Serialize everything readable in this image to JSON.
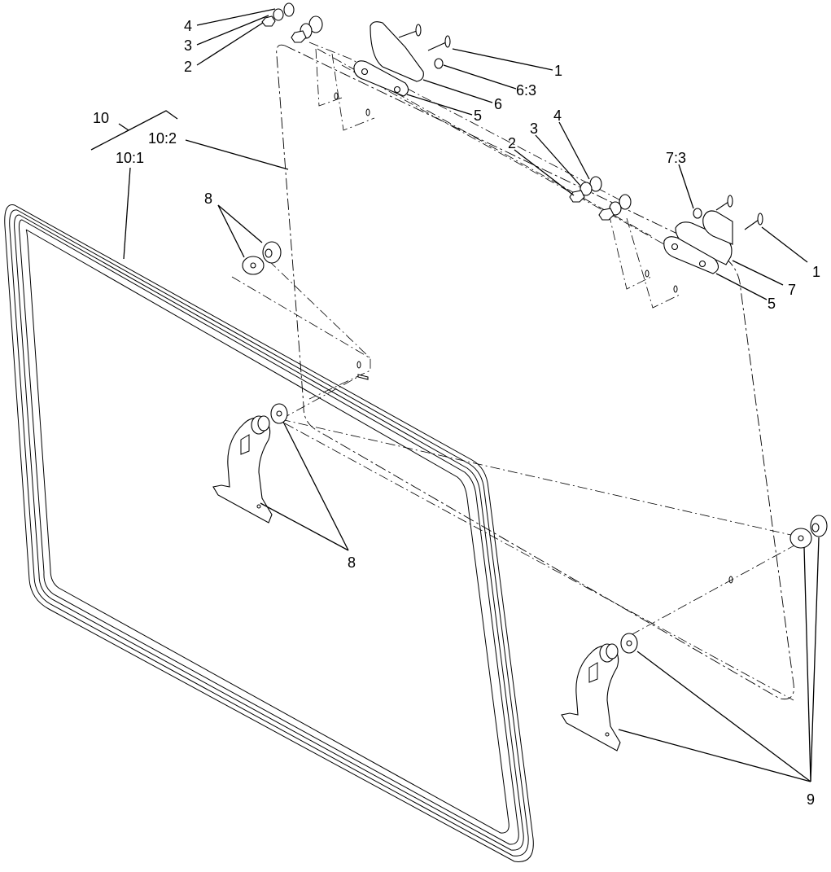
{
  "callouts": {
    "bracket_top": "10",
    "bracket_sub1": "10:1",
    "bracket_sub2": "10:2",
    "tl_4": "4",
    "tl_3": "3",
    "tl_2": "2",
    "tl_1": "1",
    "tl_63": "6:3",
    "tl_6": "6",
    "tl_5": "5",
    "mid_2": "2",
    "mid_3": "3",
    "mid_4": "4",
    "mid_73": "7:3",
    "mid_1": "1",
    "mid_7": "7",
    "mid_5": "5",
    "left_8_top": "8",
    "left_8_bottom": "8",
    "right_9": "9"
  },
  "colors": {
    "line": "#000000",
    "background": "#ffffff"
  }
}
